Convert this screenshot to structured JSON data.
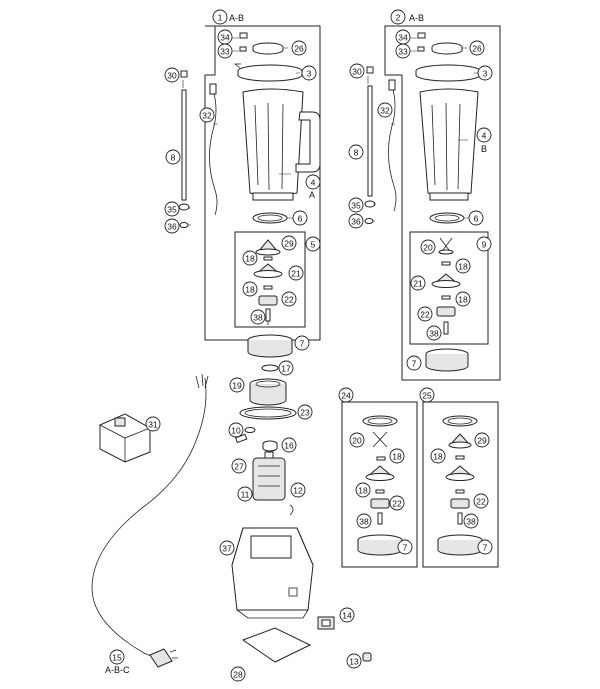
{
  "diagram": {
    "group_labels": {
      "assembly_1": "A-B",
      "assembly_2": "A-B",
      "cord": "A-B-C",
      "jar_4": "A",
      "jar_4b": "B"
    },
    "callouts": {
      "c1": "1",
      "c2": "2",
      "c3": "3",
      "c3b": "3",
      "c4": "4",
      "c4b": "4",
      "c5": "5",
      "c6": "6",
      "c6b": "6",
      "c7": "7",
      "c7b": "7",
      "c7c": "7",
      "c7d": "7",
      "c8": "8",
      "c8b": "8",
      "c9": "9",
      "c10": "10",
      "c11": "11",
      "c12": "12",
      "c13": "13",
      "c14": "14",
      "c15": "15",
      "c16": "16",
      "c17": "17",
      "c18a": "18",
      "c18b": "18",
      "c18c": "18",
      "c18d": "18",
      "c18e": "18",
      "c18f": "18",
      "c18g": "18",
      "c19": "19",
      "c20a": "20",
      "c20b": "20",
      "c21a": "21",
      "c21b": "21",
      "c22a": "22",
      "c22b": "22",
      "c22c": "22",
      "c22d": "22",
      "c23": "23",
      "c24": "24",
      "c25": "25",
      "c26": "26",
      "c26b": "26",
      "c27": "27",
      "c28": "28",
      "c29a": "29",
      "c29b": "29",
      "c30": "30",
      "c30b": "30",
      "c31": "31",
      "c32": "32",
      "c32b": "32",
      "c33": "33",
      "c33b": "33",
      "c34": "34",
      "c34b": "34",
      "c35": "35",
      "c35b": "35",
      "c36": "36",
      "c36b": "36",
      "c37": "37",
      "c38a": "38",
      "c38b": "38",
      "c38c": "38",
      "c38d": "38"
    }
  }
}
